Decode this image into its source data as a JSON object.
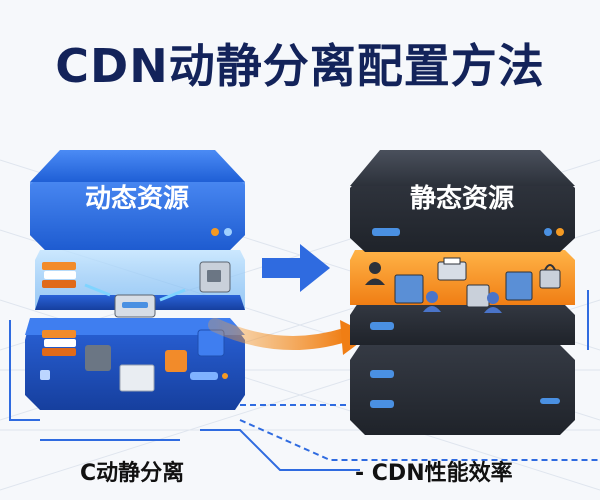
{
  "title": "CDN动静分离配置方法",
  "dynamic_server": {
    "label": "动态资源",
    "color": "#2f6be0"
  },
  "static_server": {
    "label": "静态资源",
    "color": "#3a3f4a",
    "accent": "#f59a23"
  },
  "captions": {
    "left": "C动静分离",
    "right": "- CDN性能效率"
  },
  "icons": [
    "book-stack-icon",
    "server-box-icon",
    "package-box-icon",
    "user-icon",
    "printer-icon",
    "shopping-bag-icon"
  ]
}
